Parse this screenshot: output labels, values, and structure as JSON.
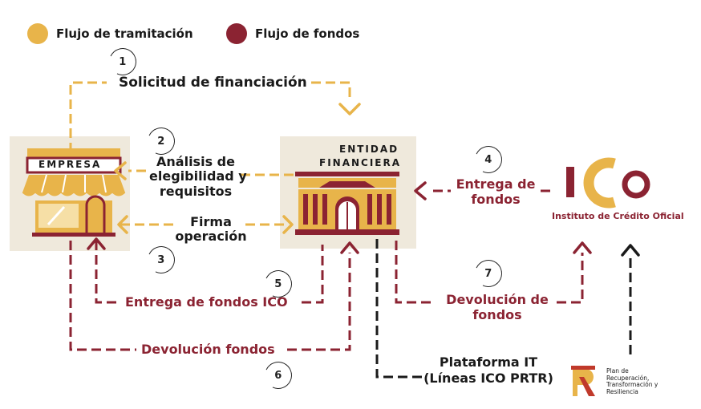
{
  "legend": {
    "process": {
      "label": "Flujo de tramitación",
      "color": "#e8b44a"
    },
    "funds": {
      "label": "Flujo de fondos",
      "color": "#8b2332"
    }
  },
  "nodes": {
    "empresa": "EMPRESA",
    "entidad_line1": "ENTIDAD",
    "entidad_line2": "FINANCIERA",
    "ico_logo_text": "ICO",
    "ico_caption": "Instituto de Crédito Oficial",
    "prtr_caption": "Plan de Recuperación, Transformación y Resiliencia"
  },
  "steps": [
    {
      "number": "1",
      "label": "Solicitud de financiación"
    },
    {
      "number": "2",
      "line1": "Análisis de",
      "line2": "elegibilidad y",
      "line3": "requisitos"
    },
    {
      "number": "3",
      "line1": "Firma",
      "line2": "operación"
    },
    {
      "number": "4",
      "line1": "Entrega de",
      "line2": "fondos"
    },
    {
      "number": "5",
      "label": "Entrega de fondos ICO"
    },
    {
      "number": "6",
      "label": "Devolución fondos"
    },
    {
      "number": "7",
      "line1": "Devolución de",
      "line2": "fondos"
    }
  ],
  "platform": {
    "line1": "Plataforma IT",
    "line2": "(Líneas ICO PRTR)"
  }
}
